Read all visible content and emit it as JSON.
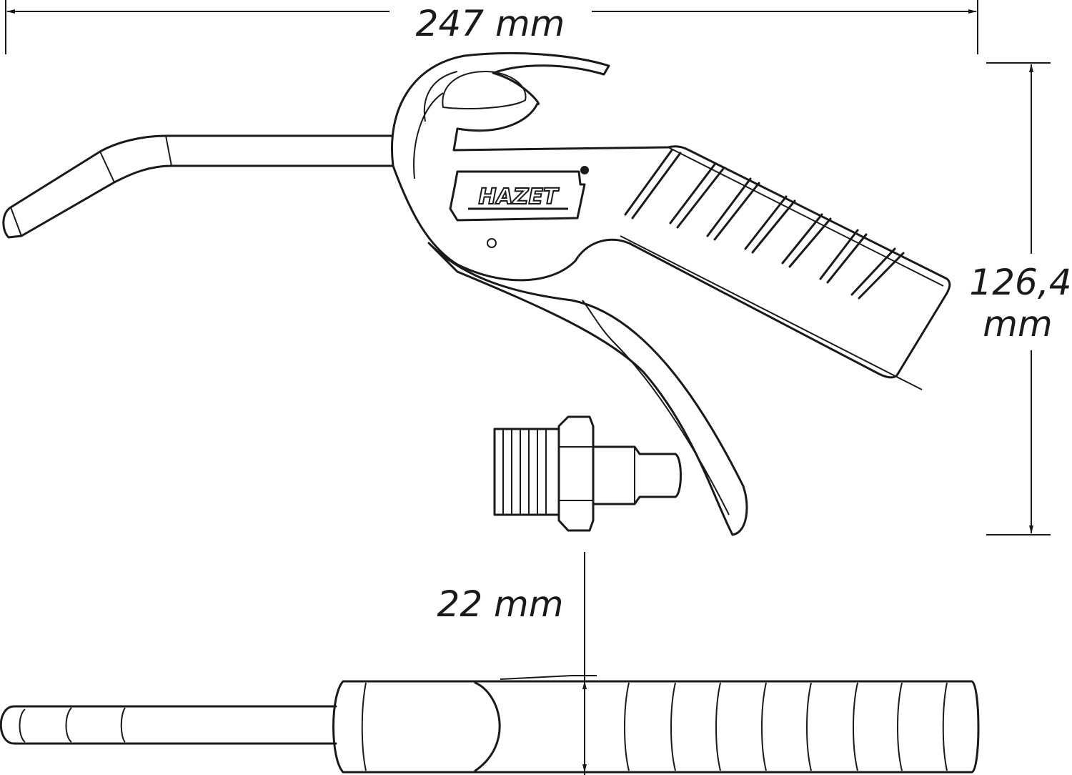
{
  "dimensions": {
    "length": "247 mm",
    "height_value": "126,4",
    "height_unit": "mm",
    "width": "22 mm"
  },
  "logo": {
    "text": "HAZET"
  },
  "colors": {
    "line": "#1a1a1a",
    "background": "#ffffff"
  }
}
